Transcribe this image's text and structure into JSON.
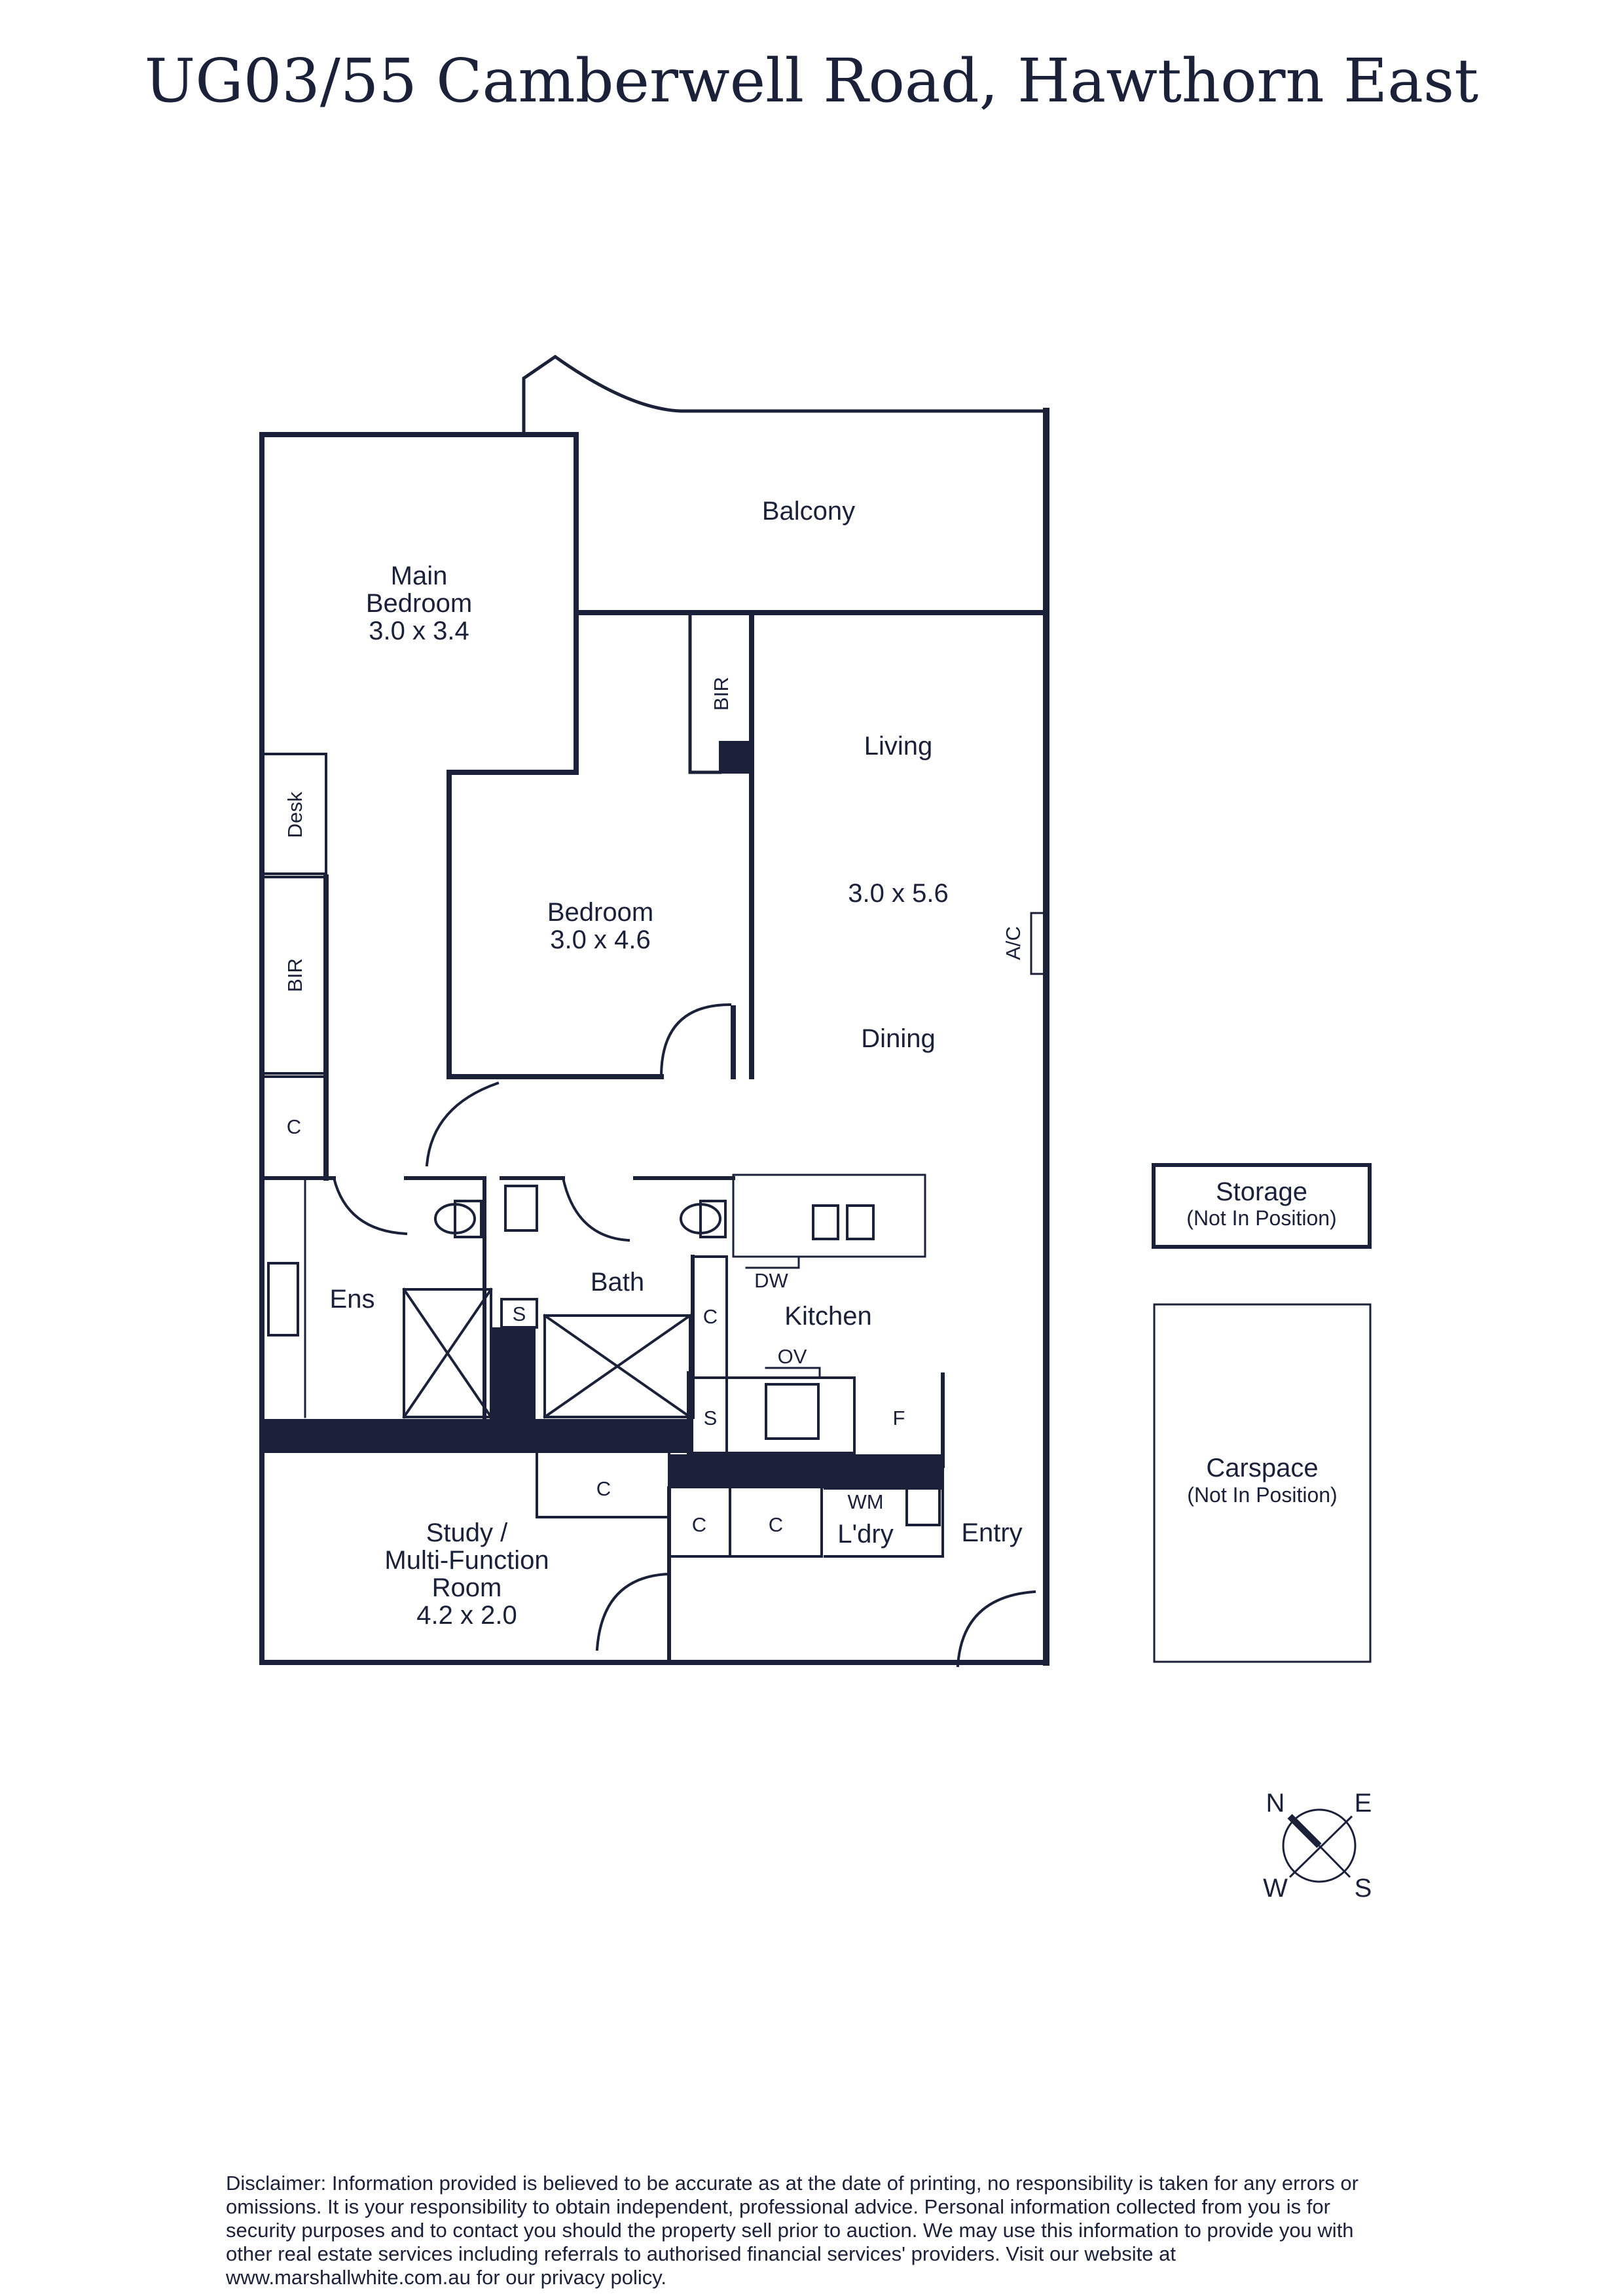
{
  "title": "UG03/55 Camberwell Road, Hawthorn East",
  "rooms": {
    "balcony": "Balcony",
    "main_bedroom": [
      "Main",
      "Bedroom",
      "3.0 x 3.4"
    ],
    "bedroom": [
      "Bedroom",
      "3.0 x 4.6"
    ],
    "living": "Living",
    "living_size": "3.0 x 5.6",
    "dining": "Dining",
    "ens": "Ens",
    "bath": "Bath",
    "kitchen": "Kitchen",
    "study": [
      "Study /",
      "Multi-Function",
      "Room",
      "4.2 x 2.0"
    ],
    "laundry": "L'dry",
    "entry": "Entry"
  },
  "fixtures": {
    "bir": "BIR",
    "desk": "Desk",
    "c": "C",
    "s": "S",
    "f": "F",
    "dw": "DW",
    "ov": "OV",
    "wm": "WM",
    "ac": "A/C"
  },
  "storage": {
    "label": "Storage",
    "note": "(Not In Position)"
  },
  "carspace": {
    "label": "Carspace",
    "note": "(Not In Position)"
  },
  "compass": {
    "n": "N",
    "e": "E",
    "w": "W",
    "s": "S"
  },
  "disclaimer": "Disclaimer: Information provided is believed to be accurate as at the date of printing, no responsibility is taken for any errors or omissions. It is your responsibility to obtain independent, professional advice. Personal information collected from you is for security purposes and to contact you should the property sell prior to auction. We may use this information to provide you with other real estate services including referrals to authorised financial services' providers. Visit our website at www.marshallwhite.com.au for our privacy policy.",
  "colors": {
    "ink": "#1a2138"
  }
}
